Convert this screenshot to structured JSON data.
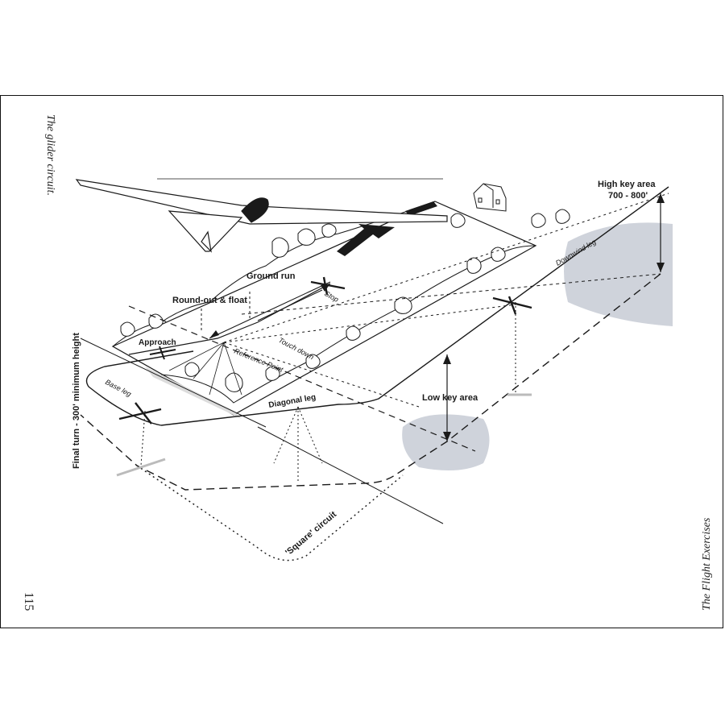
{
  "captions": {
    "left": "The glider circuit.",
    "right": "The Flight Exercises",
    "page_number": "115"
  },
  "labels": {
    "high_key_line1": "High key area",
    "high_key_line2": "700 - 800'",
    "downwind_leg": "Downwind leg",
    "ground_run": "Ground run",
    "stop": "Stop",
    "round_out": "Round-out & float",
    "approach": "Approach",
    "touch_down": "Touch down",
    "reference_point": "Reference Point",
    "final_turn": "Final turn - 300' minimum height",
    "base_leg": "Base leg",
    "diagonal_leg": "Diagonal leg",
    "low_key_area": "Low key area",
    "square_circuit": "'Square' circuit"
  },
  "colors": {
    "ink": "#1a1a1a",
    "key_area_shade": "#cfd3db",
    "ground_shade": "#dcdcdc"
  }
}
